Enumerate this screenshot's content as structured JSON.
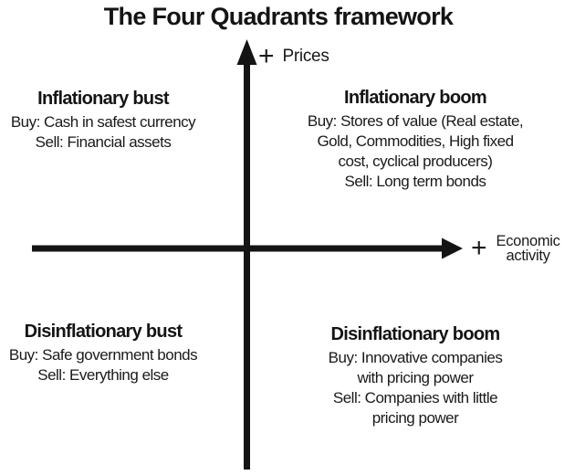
{
  "title": "The Four Quadrants framework",
  "axes": {
    "y_plus": "+",
    "y_label": "Prices",
    "x_plus": "+",
    "x_label_lines": [
      "Economic",
      "activity"
    ]
  },
  "quadrants": {
    "top_left": {
      "title": "Inflationary bust",
      "lines": [
        "Buy: Cash in safest currency",
        "Sell: Financial assets"
      ]
    },
    "top_right": {
      "title": "Inflationary boom",
      "lines": [
        "Buy: Stores of value (Real estate,",
        "Gold, Commodities, High fixed",
        "cost, cyclical producers)",
        "Sell: Long term bonds"
      ]
    },
    "bottom_left": {
      "title": "Disinflationary bust",
      "lines": [
        "Buy: Safe government bonds",
        "Sell: Everything else"
      ]
    },
    "bottom_right": {
      "title": "Disinflationary boom",
      "lines": [
        "Buy: Innovative companies",
        "with pricing power",
        "Sell: Companies with little",
        "pricing power"
      ]
    }
  },
  "colors": {
    "ink": "#141414",
    "background": "#ffffff"
  }
}
